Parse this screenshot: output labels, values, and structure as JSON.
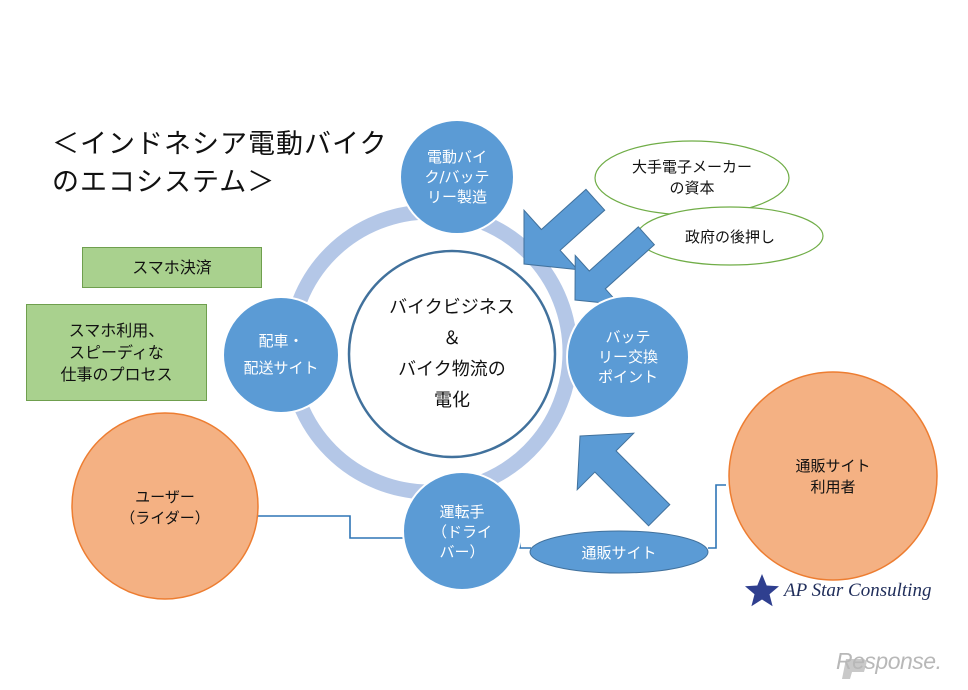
{
  "title": "＜インドネシア電動バイク\nのエコシステム＞",
  "center": "バイクビジネス\n＆\nバイク物流の\n電化",
  "nodes": {
    "manufacturing": "電動バイ\nク/バッテ\nリー製造",
    "battery_swap": "バッテ\nリー交換\nポイント",
    "driver": "運転手\n（ドライ\nバー）",
    "dispatch": "配車・\n配送サイト"
  },
  "ovals": {
    "capital": "大手電子メーカー\nの資本",
    "government": "政府の後押し",
    "ec_site": "通販サイト"
  },
  "green_boxes": {
    "payment": "スマホ決済",
    "process": "スマホ利用、\nスピーディな\n仕事のプロセス"
  },
  "users": {
    "rider": "ユーザー\n（ライダー）",
    "ec_user": "通販サイト\n利用者"
  },
  "brand": "AP Star Consulting",
  "watermark": "Response.",
  "colors": {
    "ring": "#b4c7e7",
    "node_fill": "#5b9bd5",
    "node_stroke": "#ffffff",
    "center_stroke": "#41719c",
    "arrow": "#5b9bd5",
    "arrow_stroke": "#41719c",
    "oval_stroke": "#70ad47",
    "green_fill": "#a9d18e",
    "orange_fill": "#f4b183",
    "orange_stroke": "#ed7d31",
    "connector": "#2e75b6",
    "star": "#2f3f8f"
  }
}
